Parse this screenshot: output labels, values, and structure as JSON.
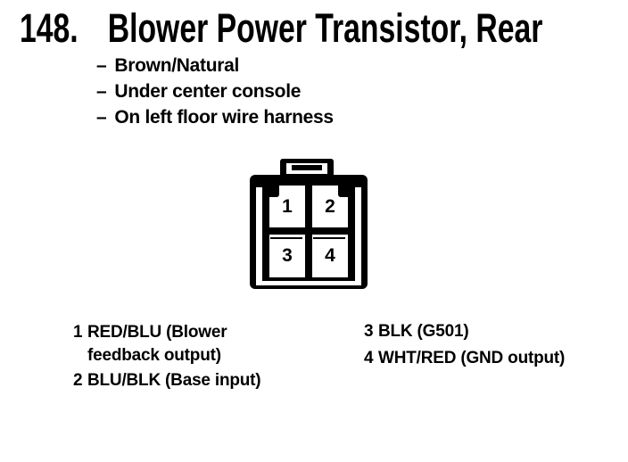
{
  "page": {
    "background_color": "#ffffff",
    "ink_color": "#000000"
  },
  "title": {
    "number": "148.",
    "text": "Blower Power Transistor, Rear"
  },
  "bullets": {
    "dash": "–",
    "items": [
      {
        "text": "Brown/Natural"
      },
      {
        "text": "Under center console"
      },
      {
        "text": "On left floor wire harness"
      }
    ]
  },
  "connector": {
    "type": "4-pin connector, rear view",
    "pins": [
      "1",
      "2",
      "3",
      "4"
    ]
  },
  "legend": {
    "left": [
      {
        "num": "1",
        "text": "RED/BLU (Blower\nfeedback output)"
      },
      {
        "num": "2",
        "text": "BLU/BLK (Base input)"
      }
    ],
    "right": [
      {
        "num": "3",
        "text": "BLK (G501)"
      },
      {
        "num": "4",
        "text": "WHT/RED (GND output)"
      }
    ]
  }
}
